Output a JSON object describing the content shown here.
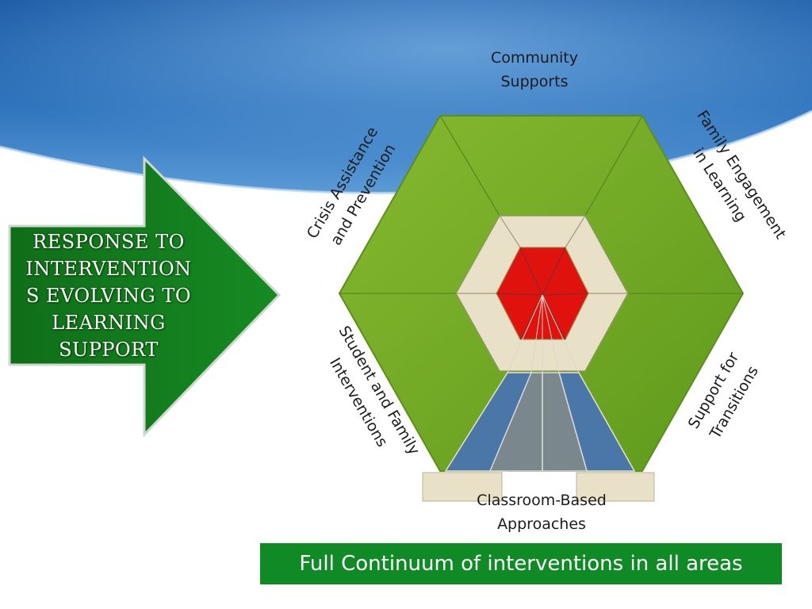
{
  "arrow": {
    "lines": [
      "RESPONSE TO",
      "INTERVENTION",
      "S EVOLVING TO",
      "LEARNING",
      "SUPPORT"
    ]
  },
  "labels": {
    "community": [
      "Community",
      "Supports"
    ],
    "family_engagement": [
      "Family Engagement",
      "in Learning"
    ],
    "crisis": [
      "Crisis Assistance",
      "and Prevention"
    ],
    "student_family": [
      "Student and Family",
      "Interventions"
    ],
    "transitions": [
      "Support for",
      "Transitions"
    ],
    "classroom": [
      "Classroom-Based",
      "Approaches"
    ]
  },
  "banner": {
    "text": "Full Continuum of interventions in all areas"
  },
  "colors": {
    "outer_hexagon": "#74a826",
    "middle_ring": "#e8e1c8",
    "inner_hexagon": "#e0120e",
    "blue_segment": "#4a76a8",
    "gray_segment": "#7a878d",
    "arrow": "#117a1b",
    "banner": "#0f8a24"
  }
}
